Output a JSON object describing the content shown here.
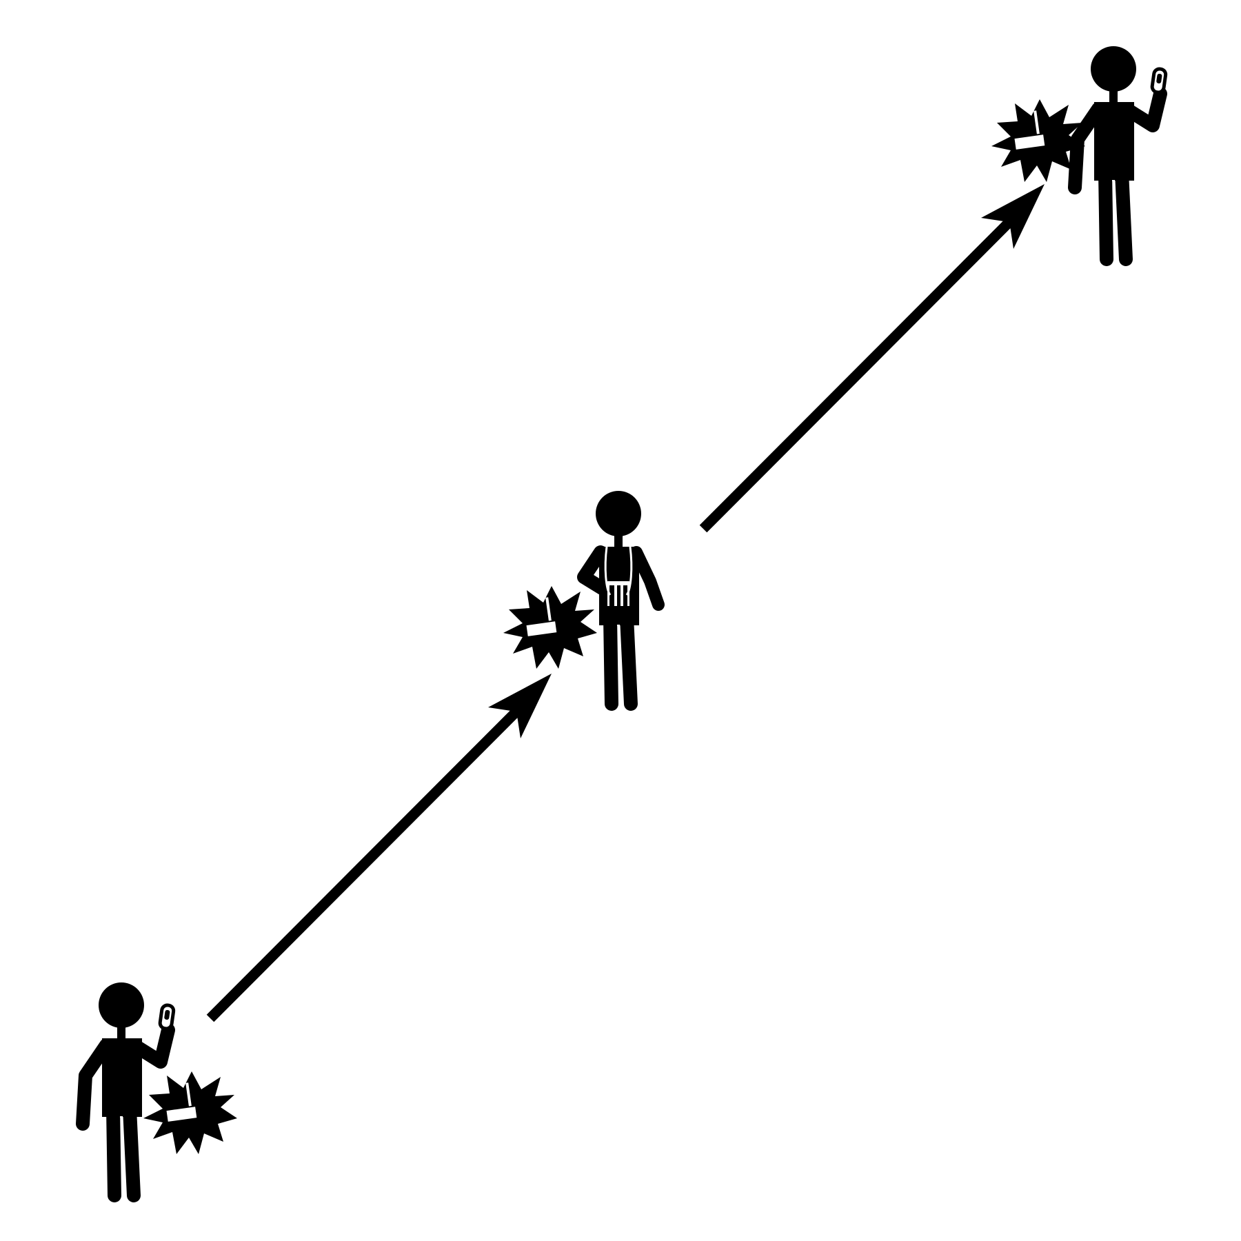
{
  "colors": {
    "ink": "#000000",
    "paper": "#ffffff"
  },
  "icons": {
    "person": "person-silhouette-icon",
    "phone": "mobile-phone-icon",
    "bandage": "bandage-burst-icon",
    "harness": "chest-strap-harness-icon",
    "arrow": "flow-arrow-icon"
  },
  "figures": [
    {
      "pose": "holding-phone",
      "phone_visible": true,
      "injury_badge": true,
      "harness": false
    },
    {
      "pose": "wearing-harness",
      "phone_visible": false,
      "injury_badge": true,
      "harness": true
    },
    {
      "pose": "holding-phone",
      "phone_visible": true,
      "injury_badge": true,
      "harness": false
    }
  ],
  "arrows": [
    {
      "from": 0,
      "to": 1
    },
    {
      "from": 1,
      "to": 2
    }
  ]
}
